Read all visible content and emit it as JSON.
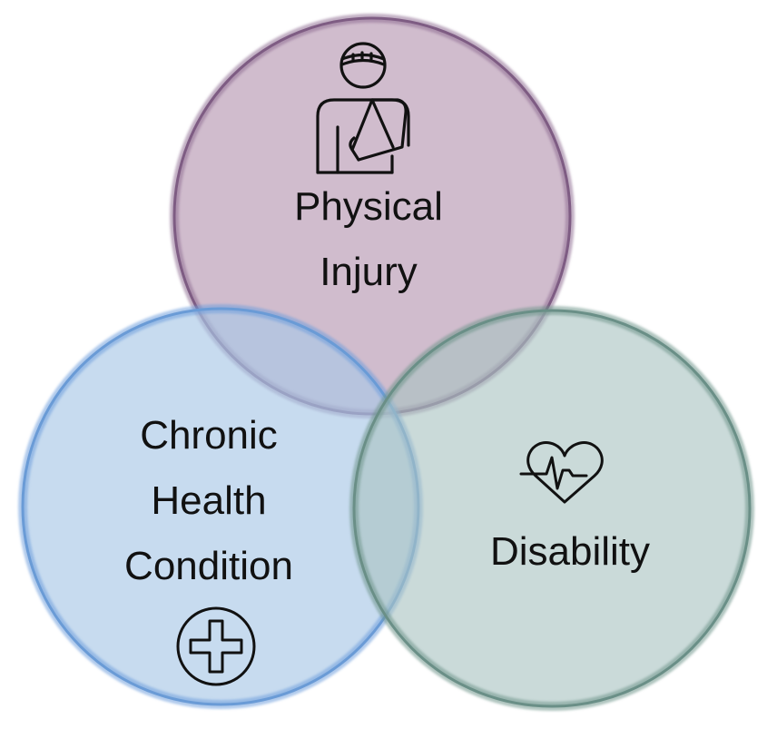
{
  "diagram": {
    "type": "venn",
    "circles": [
      {
        "id": "physical-injury",
        "lines": [
          "Physical",
          "Injury"
        ],
        "icon": "injured-person-arm-sling-icon",
        "fill": "#c9b3c6",
        "stroke": "#8f6f93"
      },
      {
        "id": "chronic-health-condition",
        "lines": [
          "Chronic",
          "Health",
          "Condition"
        ],
        "icon": "medical-cross-icon",
        "fill": "#bdd3ea",
        "stroke": "#6f9fdc"
      },
      {
        "id": "disability",
        "lines": [
          "Disability"
        ],
        "icon": "heart-heartbeat-icon",
        "fill": "#bccfcf",
        "stroke": "#6f968a"
      }
    ]
  }
}
